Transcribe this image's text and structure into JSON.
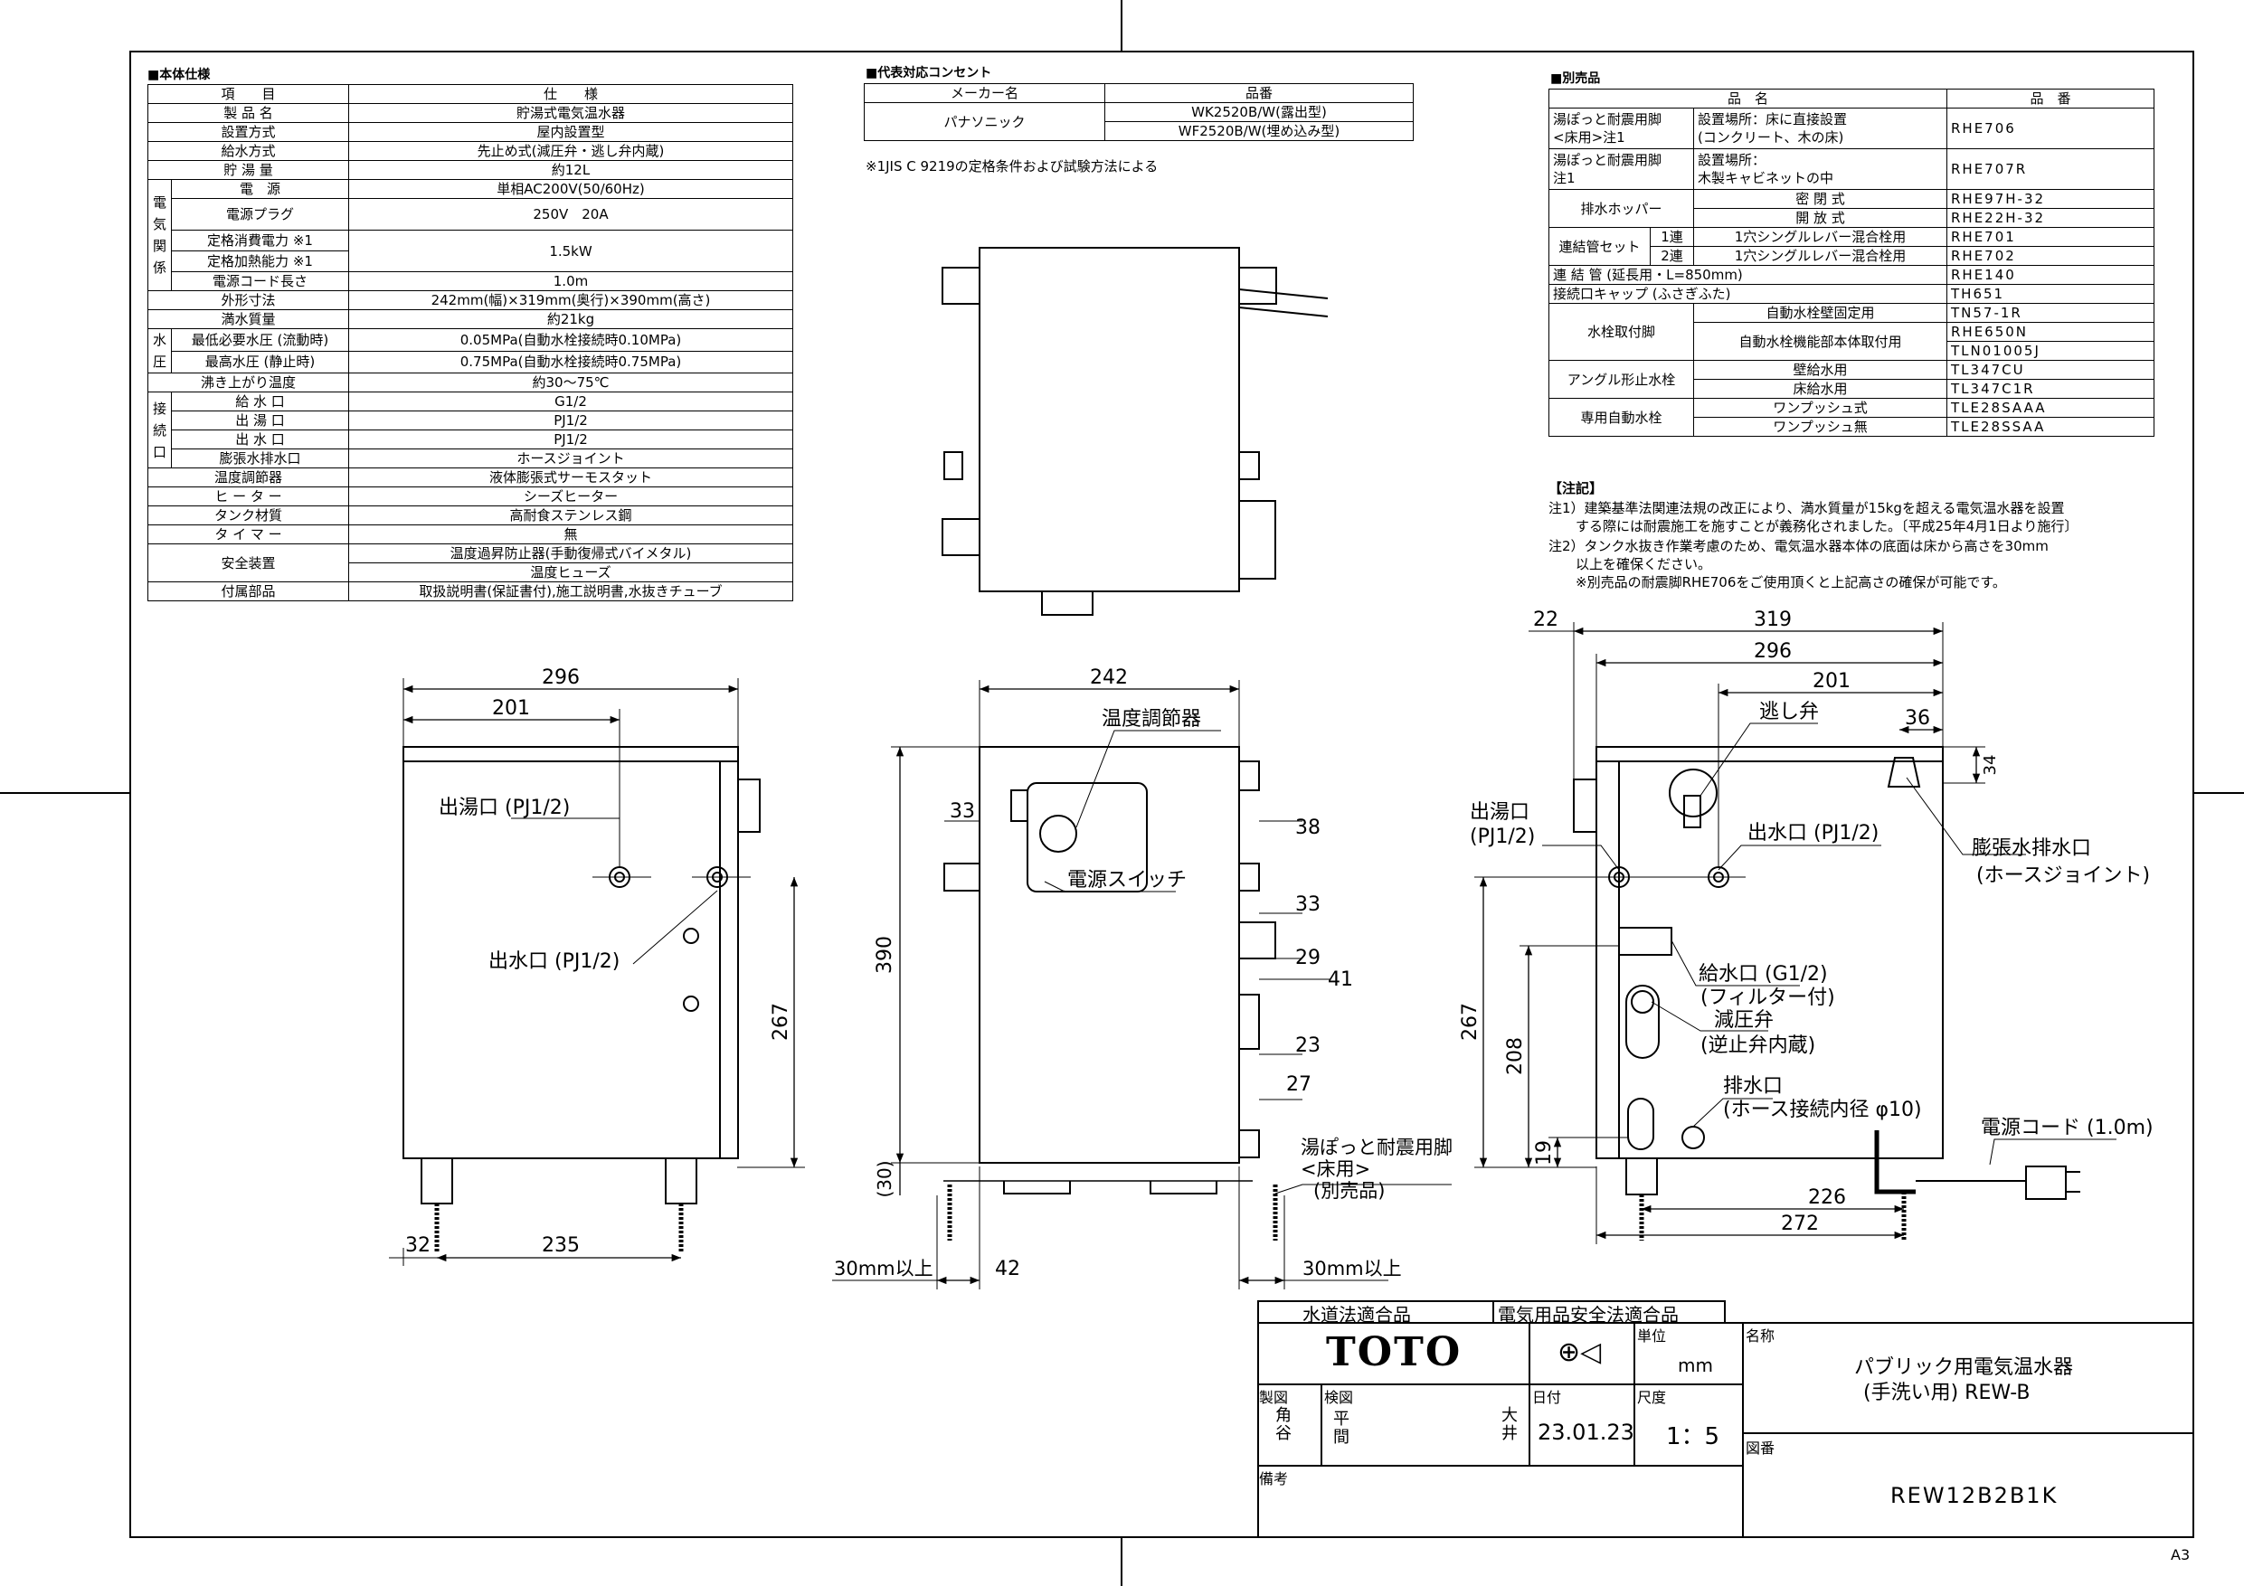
{
  "spec": {
    "section_title": "■本体仕様",
    "header": [
      "項　　目",
      "仕　　様"
    ],
    "rows": [
      {
        "item": "製 品 名",
        "value": "貯湯式電気温水器"
      },
      {
        "item": "設置方式",
        "value": "屋内設置型"
      },
      {
        "item": "給水方式",
        "value": "先止め式(減圧弁・逃し弁内蔵)"
      },
      {
        "item": "貯 湯 量",
        "value": "約12L"
      },
      {
        "item": "電　源",
        "value": "単相AC200V(50/60Hz)"
      },
      {
        "item": "電源プラグ",
        "value": "250V　20A"
      },
      {
        "item": "定格消費電力 ※1",
        "value": "1.5kW"
      },
      {
        "item": "定格加熱能力 ※1",
        "value": ""
      },
      {
        "item": "電源コード長さ",
        "value": "1.0m"
      },
      {
        "item": "外形寸法",
        "value": "242mm(幅)×319mm(奥行)×390mm(高さ)"
      },
      {
        "item": "満水質量",
        "value": "約21kg"
      },
      {
        "item": "最低必要水圧 (流動時)",
        "value": "0.05MPa(自動水栓接続時0.10MPa)"
      },
      {
        "item": "最高水圧 (静止時)",
        "value": "0.75MPa(自動水栓接続時0.75MPa)"
      },
      {
        "item": "沸き上がり温度",
        "value": "約30～75℃"
      },
      {
        "item": "給 水 口",
        "value": "G1/2"
      },
      {
        "item": "出 湯 口",
        "value": "PJ1/2"
      },
      {
        "item": "出 水 口",
        "value": "PJ1/2"
      },
      {
        "item": "膨張水排水口",
        "value": "ホースジョイント"
      },
      {
        "item": "温度調節器",
        "value": "液体膨張式サーモスタット"
      },
      {
        "item": "ヒ ー タ ー",
        "value": "シーズヒーター"
      },
      {
        "item": "タンク材質",
        "value": "高耐食ステンレス鋼"
      },
      {
        "item": "タ イ マ ー",
        "value": "無"
      },
      {
        "item": "安全装置",
        "value": "温度過昇防止器(手動復帰式バイメタル)"
      },
      {
        "item": "",
        "value": "温度ヒューズ"
      },
      {
        "item": "付属部品",
        "value": "取扱説明書(保証書付),施工説明書,水抜きチューブ"
      }
    ],
    "groups": {
      "electric": "電気関係",
      "water": "水圧",
      "port": "接続口"
    }
  },
  "outlet": {
    "section_title": "■代表対応コンセント",
    "header_maker": "メーカー名",
    "header_part": "品番",
    "maker": "パナソニック",
    "parts": [
      "WK2520B/W(露出型)",
      "WF2520B/W(埋め込み型)"
    ],
    "note": "※1JIS C 9219の定格条件および試験方法による"
  },
  "options": {
    "section_title": "■別売品",
    "header": [
      "品　名",
      "品　番"
    ],
    "rows": [
      {
        "a": "湯ぽっと耐震用脚\n<床用>注1",
        "b": "設置場所：床に直接設置\n(コンクリート、木の床)",
        "c": "RHE706"
      },
      {
        "a": "湯ぽっと耐震用脚\n注1",
        "b": "設置場所：\n木製キャビネットの中",
        "c": "RHE707R"
      },
      {
        "a": "排水ホッパー",
        "b": "密 閉 式",
        "c": "RHE97H-32"
      },
      {
        "a": "",
        "b": "開 放 式",
        "c": "RHE22H-32"
      },
      {
        "a": "連結管セット",
        "a2": "1連",
        "b": "1穴シングルレバー混合栓用",
        "c": "RHE701"
      },
      {
        "a": "",
        "a2": "2連",
        "b": "1穴シングルレバー混合栓用",
        "c": "RHE702"
      },
      {
        "a": "連 結 管 (延長用・L=850mm)",
        "b": "",
        "c": "RHE140"
      },
      {
        "a": "接続口キャップ (ふさぎふた)",
        "b": "",
        "c": "TH651"
      },
      {
        "a": "水栓取付脚",
        "b": "自動水栓壁固定用",
        "c": "TN57-1R"
      },
      {
        "a": "",
        "b": "自動水栓機能部本体取付用",
        "c": "RHE650N"
      },
      {
        "a": "",
        "b": "",
        "c": "TLN01005J"
      },
      {
        "a": "アングル形止水栓",
        "b": "壁給水用",
        "c": "TL347CU"
      },
      {
        "a": "",
        "b": "床給水用",
        "c": "TL347C1R"
      },
      {
        "a": "専用自動水栓",
        "b": "ワンプッシュ式",
        "c": "TLE28SAAA"
      },
      {
        "a": "",
        "b": "ワンプッシュ無",
        "c": "TLE28SSAA"
      }
    ]
  },
  "notes": {
    "title": "【注記】",
    "lines": [
      "注1）建築基準法関連法規の改正により、満水質量が15kgを超える電気温水器を設置",
      "　　する際には耐震施工を施すことが義務化されました。〔平成25年4月1日より施行〕",
      "注2）タンク水抜き作業考慮のため、電気温水器本体の底面は床から高さを30mm",
      "　　以上を確保ください。",
      "　　※別売品の耐震脚RHE706をご使用頂くと上記高さの確保が可能です。"
    ]
  },
  "drawing": {
    "front": {
      "dims": {
        "width": "296",
        "hole": "201",
        "height": "267",
        "foot": "235",
        "edge": "32"
      },
      "labels": {
        "hot_out": "出湯口 (PJ1/2)",
        "water_out": "出水口 (PJ1/2)"
      }
    },
    "side": {
      "dims": {
        "width": "242",
        "height": "390",
        "base": "(30)",
        "d33a": "33",
        "d38": "38",
        "d33b": "33",
        "d29": "29",
        "d41": "41",
        "d23": "23",
        "d27": "27",
        "d42": "42"
      },
      "labels": {
        "thermostat": "温度調節器",
        "switch": "電源スイッチ",
        "leg": "湯ぽっと耐震用脚",
        "leg2": "<床用>",
        "leg3": "(別売品)",
        "clear_l": "30mm以上",
        "clear_r": "30mm以上"
      }
    },
    "back": {
      "dims": {
        "d22": "22",
        "d319": "319",
        "d296": "296",
        "d201": "201",
        "d36": "36",
        "d34": "34",
        "d267": "267",
        "d208": "208",
        "d19": "19",
        "d226": "226",
        "d272": "272"
      },
      "labels": {
        "relief": "逃し弁",
        "hot_out": "出湯口",
        "hot_out2": "(PJ1/2)",
        "water_out": "出水口 (PJ1/2)",
        "exp_drain": "膨張水排水口",
        "exp_drain2": "(ホースジョイント)",
        "inlet": "給水口 (G1/2)",
        "inlet2": "(フィルター付)",
        "prv": "減圧弁",
        "prv2": "(逆止弁内蔵)",
        "drain": "排水口",
        "drain2": "(ホース接続内径 φ10)",
        "cord": "電源コード (1.0m)"
      }
    }
  },
  "title_block": {
    "cert1": "水道法適合品",
    "cert2": "電気用品安全法適合品",
    "logo": "TOTO",
    "unit_label": "単位",
    "unit": "mm",
    "name_label": "名称",
    "name1": "パブリック用電気温水器",
    "name2": "(手洗い用) REW-B",
    "drawn_label": "製図",
    "drawn": "角\n谷",
    "checked_label": "検図",
    "checked": "平\n間",
    "checked2": "大\n井",
    "date_label": "日付",
    "date": "23.01.23",
    "scale_label": "尺度",
    "scale": "1：5",
    "dwgno_label": "図番",
    "dwgno": "REW12B2B1K",
    "remarks_label": "備考",
    "paper": "A3"
  }
}
